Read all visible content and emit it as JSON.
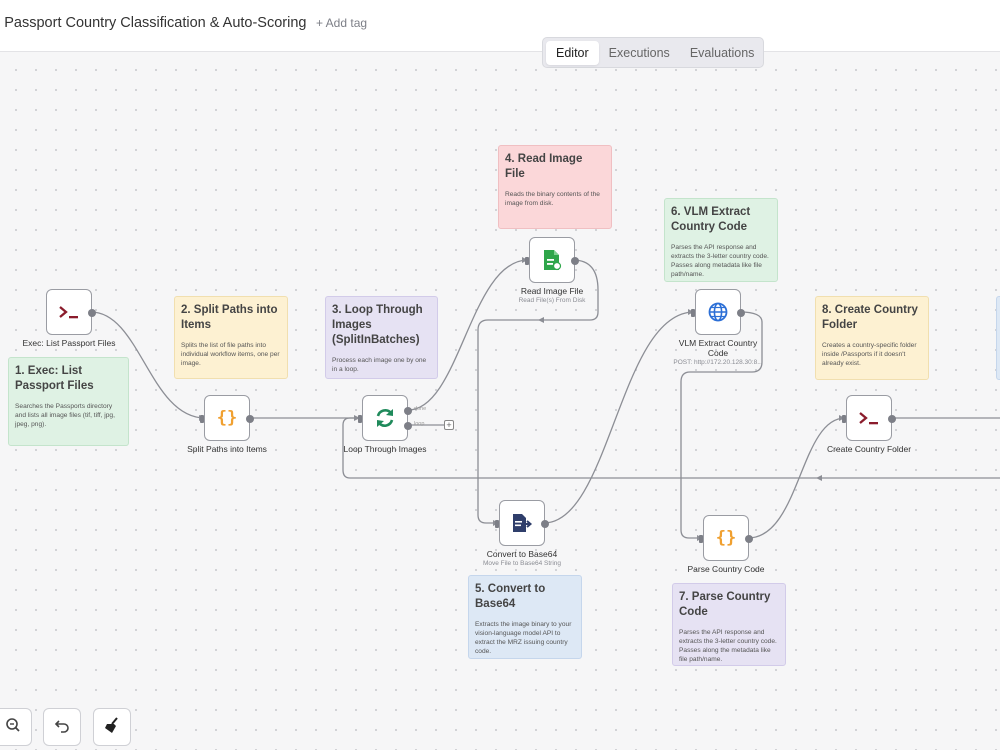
{
  "header": {
    "title": "l Passport Country Classification & Auto-Scoring",
    "add_tag": "+ Add tag",
    "tabs": [
      "Editor",
      "Executions",
      "Evaluations"
    ]
  },
  "nodes": {
    "exec_list": {
      "label": "Exec: List Passport Files",
      "icon": "terminal-icon"
    },
    "split_paths": {
      "label": "Split Paths into Items",
      "icon": "code-braces-icon"
    },
    "loop": {
      "label": "Loop Through Images",
      "icon": "loop-arrows-icon",
      "port_done": "done",
      "port_loop": "loop"
    },
    "read_image": {
      "label": "Read Image File",
      "sub": "Read File(s) From Disk",
      "icon": "file-read-icon"
    },
    "convert": {
      "label": "Convert to Base64",
      "sub": "Move File to Base64 String",
      "icon": "file-convert-icon"
    },
    "vlm": {
      "label": "VLM Extract Country Code",
      "sub": "POST: http://172.20.128.30:8...",
      "icon": "globe-icon"
    },
    "parse": {
      "label": "Parse Country Code",
      "icon": "code-braces-icon"
    },
    "create_folder": {
      "label": "Create Country Folder",
      "icon": "terminal-icon"
    }
  },
  "notes": {
    "n1": {
      "title": "1. Exec: List Passport Files",
      "body": "Searches the Passports directory and lists all image files (tif, tiff, jpg, jpeg, png)."
    },
    "n2": {
      "title": "2. Split Paths into Items",
      "body": "Splits the list of file paths into individual workflow items, one per image."
    },
    "n3": {
      "title": "3. Loop Through Images (SplitInBatches)",
      "body": "Process each image one by one in a loop."
    },
    "n4": {
      "title": "4. Read Image File",
      "body": "Reads the binary contents of the image from disk."
    },
    "n5": {
      "title": "5. Convert to Base64",
      "body": "Extracts the image binary to your vision-language model API to extract the MRZ issuing country code."
    },
    "n6": {
      "title": "6. VLM Extract Country Code",
      "body": "Parses the API response and extracts the 3-letter country code. Passes along metadata like file path/name."
    },
    "n7": {
      "title": "7. Parse Country Code",
      "body": "Parses the API response and extracts the 3-letter country code. Passes along the metadata like file path/name."
    },
    "n8": {
      "title": "8. Create Country Folder",
      "body": "Creates a country-specific folder inside /Passports if it doesn't already exist."
    }
  },
  "toolbar": {
    "zoom": "zoom-icon",
    "undo": "undo-icon",
    "tidy": "broom-icon"
  },
  "colors": {
    "terminal": "#8b1c2c",
    "braces": "#f0a030",
    "loop": "#1f8a5b",
    "file_green": "#2ea64a",
    "file_navy": "#2f3e6b",
    "globe": "#2c6fd6"
  }
}
